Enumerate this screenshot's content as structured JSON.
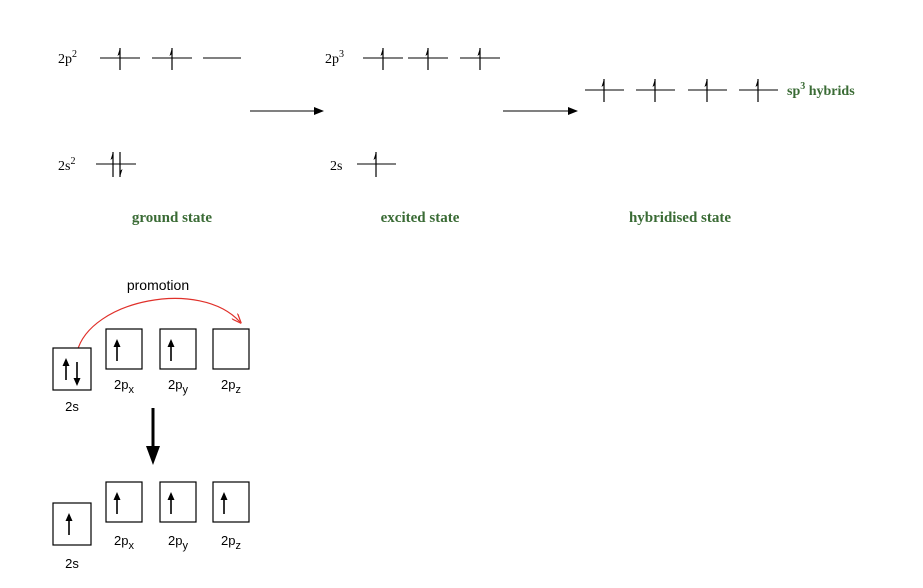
{
  "energy_diagram": {
    "ground": {
      "p_label": "2p",
      "p_sup": "2",
      "s_label": "2s",
      "s_sup": "2",
      "state_label": "ground state"
    },
    "excited": {
      "p_label": "2p",
      "p_sup": "3",
      "s_label": "2s",
      "state_label": "excited state"
    },
    "hybrid": {
      "label_main": "sp",
      "label_sup": "3",
      "label_rest": " hybrids",
      "state_label": "hybridised state"
    }
  },
  "box_diagram": {
    "promotion_label": "promotion",
    "top_row": {
      "s_label": "2s",
      "px": "2p",
      "px_sub": "x",
      "py": "2p",
      "py_sub": "y",
      "pz": "2p",
      "pz_sub": "z"
    },
    "bottom_row": {
      "s_label": "2s",
      "px": "2p",
      "px_sub": "x",
      "py": "2p",
      "py_sub": "y",
      "pz": "2p",
      "pz_sub": "z"
    }
  },
  "colors": {
    "state_label": "#3a6b35",
    "promotion_arrow": "#e0302a",
    "line": "#000000"
  }
}
